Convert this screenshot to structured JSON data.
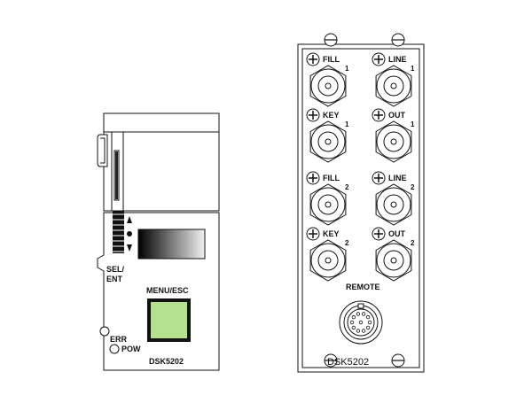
{
  "front_module": {
    "button_label": "SEL/\nENT",
    "menu_label": "MENU/ESC",
    "model": "DSK5202",
    "leds": [
      "ERR",
      "POW"
    ],
    "menu_button_color": "#b5e08d"
  },
  "rear_panel": {
    "model": "DSK5202",
    "remote_label": "REMOTE",
    "connectors": [
      {
        "label": "FILL",
        "num": "1"
      },
      {
        "label": "LINE",
        "num": "1"
      },
      {
        "label": "KEY",
        "num": "1"
      },
      {
        "label": "OUT",
        "num": "1"
      },
      {
        "label": "FILL",
        "num": "2"
      },
      {
        "label": "LINE",
        "num": "2"
      },
      {
        "label": "KEY",
        "num": "2"
      },
      {
        "label": "OUT",
        "num": "2"
      }
    ]
  }
}
